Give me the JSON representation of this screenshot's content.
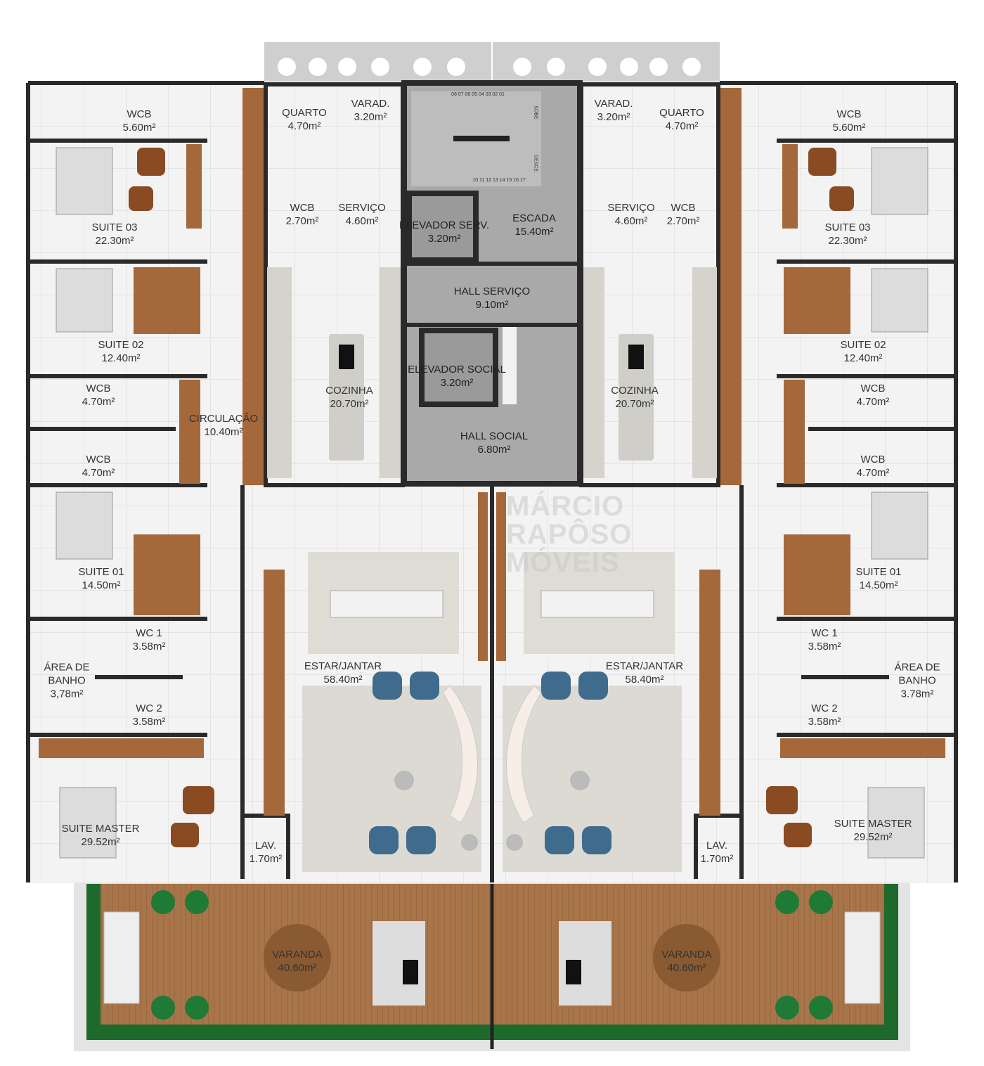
{
  "watermark": [
    "MÁRCIO",
    "RAPÔSO",
    "MÓVEIS"
  ],
  "core": {
    "elevador_serv": {
      "name": "ELEVADOR SERV.",
      "area": "3.20m²"
    },
    "escada": {
      "name": "ESCADA",
      "area": "15.40m²"
    },
    "hall_servico": {
      "name": "HALL SERVIÇO",
      "area": "9.10m²"
    },
    "elevador_social": {
      "name": "ELEVADOR SOCIAL",
      "area": "3.20m²"
    },
    "hall_social": {
      "name": "HALL SOCIAL",
      "area": "6.80m²"
    },
    "stair_top": "08 07 06 05 04 03 02 01",
    "stair_bottom": "10 11 12 13 14 15 16 17",
    "sobe": "SOBE",
    "desce": "DESCE"
  },
  "left": {
    "wcb_top": {
      "name": "WCB",
      "area": "5.60m²"
    },
    "suite03": {
      "name": "SUITE 03",
      "area": "22.30m²"
    },
    "quarto": {
      "name": "QUARTO",
      "area": "4.70m²"
    },
    "varad": {
      "name": "VARAD.",
      "area": "3.20m²"
    },
    "wcb_serv": {
      "name": "WCB",
      "area": "2.70m²"
    },
    "servico": {
      "name": "SERVIÇO",
      "area": "4.60m²"
    },
    "suite02": {
      "name": "SUITE 02",
      "area": "12.40m²"
    },
    "wcb_a": {
      "name": "WCB",
      "area": "4.70m²"
    },
    "circulacao": {
      "name": "CIRCULAÇÃO",
      "area": "10.40m²"
    },
    "cozinha": {
      "name": "COZINHA",
      "area": "20.70m²"
    },
    "wcb_b": {
      "name": "WCB",
      "area": "4.70m²"
    },
    "suite01": {
      "name": "SUITE 01",
      "area": "14.50m²"
    },
    "wc1": {
      "name": "WC 1",
      "area": "3.58m²"
    },
    "area_banho": {
      "name1": "ÁREA DE",
      "name2": "BANHO",
      "area": "3,78m²"
    },
    "wc2": {
      "name": "WC 2",
      "area": "3.58m²"
    },
    "estar": {
      "name": "ESTAR/JANTAR",
      "area": "58.40m²"
    },
    "suite_master": {
      "name": "SUITE MASTER",
      "area": "29.52m²"
    },
    "lav": {
      "name": "LAV.",
      "area": "1.70m²"
    },
    "varanda": {
      "name": "VARANDA",
      "area": "40.60m²"
    }
  },
  "right": {
    "wcb_top": {
      "name": "WCB",
      "area": "5.60m²"
    },
    "suite03": {
      "name": "SUITE 03",
      "area": "22.30m²"
    },
    "quarto": {
      "name": "QUARTO",
      "area": "4.70m²"
    },
    "varad": {
      "name": "VARAD.",
      "area": "3.20m²"
    },
    "wcb_serv": {
      "name": "WCB",
      "area": "2.70m²"
    },
    "servico": {
      "name": "SERVIÇO",
      "area": "4.60m²"
    },
    "suite02": {
      "name": "SUITE 02",
      "area": "12.40m²"
    },
    "wcb_a": {
      "name": "WCB",
      "area": "4.70m²"
    },
    "cozinha": {
      "name": "COZINHA",
      "area": "20.70m²"
    },
    "wcb_b": {
      "name": "WCB",
      "area": "4.70m²"
    },
    "suite01": {
      "name": "SUITE 01",
      "area": "14.50m²"
    },
    "wc1": {
      "name": "WC 1",
      "area": "3.58m²"
    },
    "area_banho": {
      "name1": "ÁREA DE",
      "name2": "BANHO",
      "area": "3.78m²"
    },
    "wc2": {
      "name": "WC 2",
      "area": "3.58m²"
    },
    "estar": {
      "name": "ESTAR/JANTAR",
      "area": "58.40m²"
    },
    "suite_master": {
      "name": "SUITE MASTER",
      "area": "29.52m²"
    },
    "lav": {
      "name": "LAV.",
      "area": "1.70m²"
    },
    "varanda": {
      "name": "VARANDA",
      "area": "40.60m²"
    }
  },
  "colors": {
    "wall": "#2a2a2a",
    "wood": "#a4683a",
    "core": "#a8a8a8",
    "garden": "#1e6a2c",
    "floor": "#f1f1f1",
    "sofa_blue": "#3f6b8c",
    "chair_brown": "#8a4a22"
  }
}
